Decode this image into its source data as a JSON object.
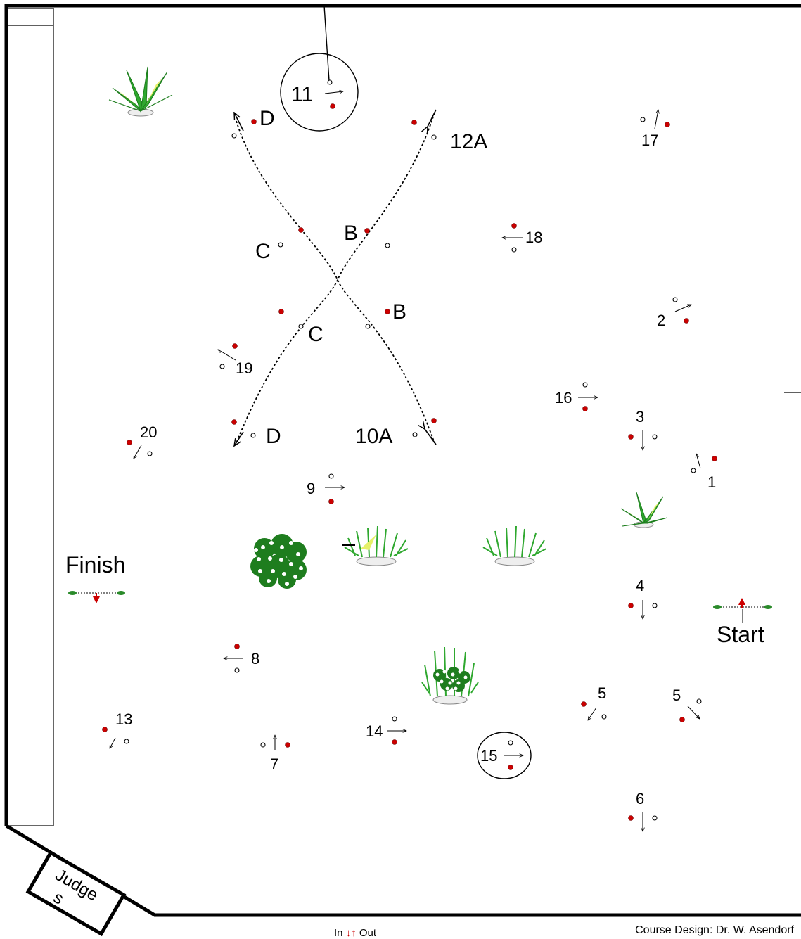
{
  "markers": {
    "n1": "1",
    "n2": "2",
    "n3": "3",
    "n4": "4",
    "n5a": "5",
    "n5b": "5",
    "n6": "6",
    "n7": "7",
    "n8": "8",
    "n9": "9",
    "n10a": "10A",
    "n11": "11",
    "n12a": "12A",
    "n13": "13",
    "n14": "14",
    "n15": "15",
    "n16": "16",
    "n17": "17",
    "n18": "18",
    "n19": "19",
    "n20": "20",
    "b1": "B",
    "b2": "B",
    "c1": "C",
    "c2": "C",
    "d1": "D",
    "d2": "D"
  },
  "labels": {
    "start": "Start",
    "finish": "Finish",
    "judges_1": "Judge",
    "judges_2": "s"
  },
  "legend": {
    "in": "In",
    "out": "Out"
  },
  "credit": "Course Design: Dr. W. Asendorf",
  "colors": {
    "red_pole": "#cc0000",
    "plant_green": "#2fa82f",
    "plant_yellow": "#e6f06a",
    "flower_green": "#1e7d1e"
  }
}
